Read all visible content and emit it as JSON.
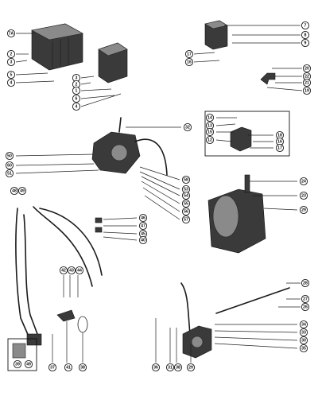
{
  "callouts": [
    {
      "id": "c-7a",
      "label": "7A"
    },
    {
      "id": "c-2a",
      "label": "2"
    },
    {
      "id": "c-3a",
      "label": "3"
    },
    {
      "id": "c-5a",
      "label": "5"
    },
    {
      "id": "c-4a",
      "label": "4"
    },
    {
      "id": "c-3b",
      "label": "3"
    },
    {
      "id": "c-2b",
      "label": "2"
    },
    {
      "id": "c-1",
      "label": "1"
    },
    {
      "id": "c-6",
      "label": "6"
    },
    {
      "id": "c-4b",
      "label": "4"
    },
    {
      "id": "c-7",
      "label": "7"
    },
    {
      "id": "c-8",
      "label": "8"
    },
    {
      "id": "c-9",
      "label": "9"
    },
    {
      "id": "c-17a",
      "label": "17"
    },
    {
      "id": "c-16a",
      "label": "16"
    },
    {
      "id": "c-20",
      "label": "20"
    },
    {
      "id": "c-22",
      "label": "22"
    },
    {
      "id": "c-21",
      "label": "21"
    },
    {
      "id": "c-19",
      "label": "19"
    },
    {
      "id": "c-32",
      "label": "32"
    },
    {
      "id": "c-14",
      "label": "14"
    },
    {
      "id": "c-13",
      "label": "13"
    },
    {
      "id": "c-15",
      "label": "15"
    },
    {
      "id": "c-12",
      "label": "12"
    },
    {
      "id": "c-18",
      "label": "18"
    },
    {
      "id": "c-16b",
      "label": "16"
    },
    {
      "id": "c-17b",
      "label": "17"
    },
    {
      "id": "c-50",
      "label": "50"
    },
    {
      "id": "c-60",
      "label": "60"
    },
    {
      "id": "c-51",
      "label": "51"
    },
    {
      "id": "c-58",
      "label": "58"
    },
    {
      "id": "c-53",
      "label": "53"
    },
    {
      "id": "c-54",
      "label": "54"
    },
    {
      "id": "c-55",
      "label": "55"
    },
    {
      "id": "c-56",
      "label": "56"
    },
    {
      "id": "c-57",
      "label": "57"
    },
    {
      "id": "c-24",
      "label": "24"
    },
    {
      "id": "c-23",
      "label": "23"
    },
    {
      "id": "c-29",
      "label": "29"
    },
    {
      "id": "c-48",
      "label": "48"
    },
    {
      "id": "c-49",
      "label": "49"
    },
    {
      "id": "c-46",
      "label": "46"
    },
    {
      "id": "c-47",
      "label": "47"
    },
    {
      "id": "c-45",
      "label": "45"
    },
    {
      "id": "c-40",
      "label": "40"
    },
    {
      "id": "c-42",
      "label": "42"
    },
    {
      "id": "c-43",
      "label": "43"
    },
    {
      "id": "c-44",
      "label": "44"
    },
    {
      "id": "c-28",
      "label": "28"
    },
    {
      "id": "c-27",
      "label": "27"
    },
    {
      "id": "c-26",
      "label": "26"
    },
    {
      "id": "c-34",
      "label": "34"
    },
    {
      "id": "c-33",
      "label": "33"
    },
    {
      "id": "c-30",
      "label": "30"
    },
    {
      "id": "c-35",
      "label": "35"
    },
    {
      "id": "c-39",
      "label": "39"
    },
    {
      "id": "c-49b",
      "label": "49"
    },
    {
      "id": "c-37",
      "label": "37"
    },
    {
      "id": "c-41",
      "label": "41"
    },
    {
      "id": "c-38a",
      "label": "38"
    },
    {
      "id": "c-36",
      "label": "36"
    },
    {
      "id": "c-31",
      "label": "31"
    },
    {
      "id": "c-38b",
      "label": "38"
    },
    {
      "id": "c-29b",
      "label": "29"
    }
  ]
}
